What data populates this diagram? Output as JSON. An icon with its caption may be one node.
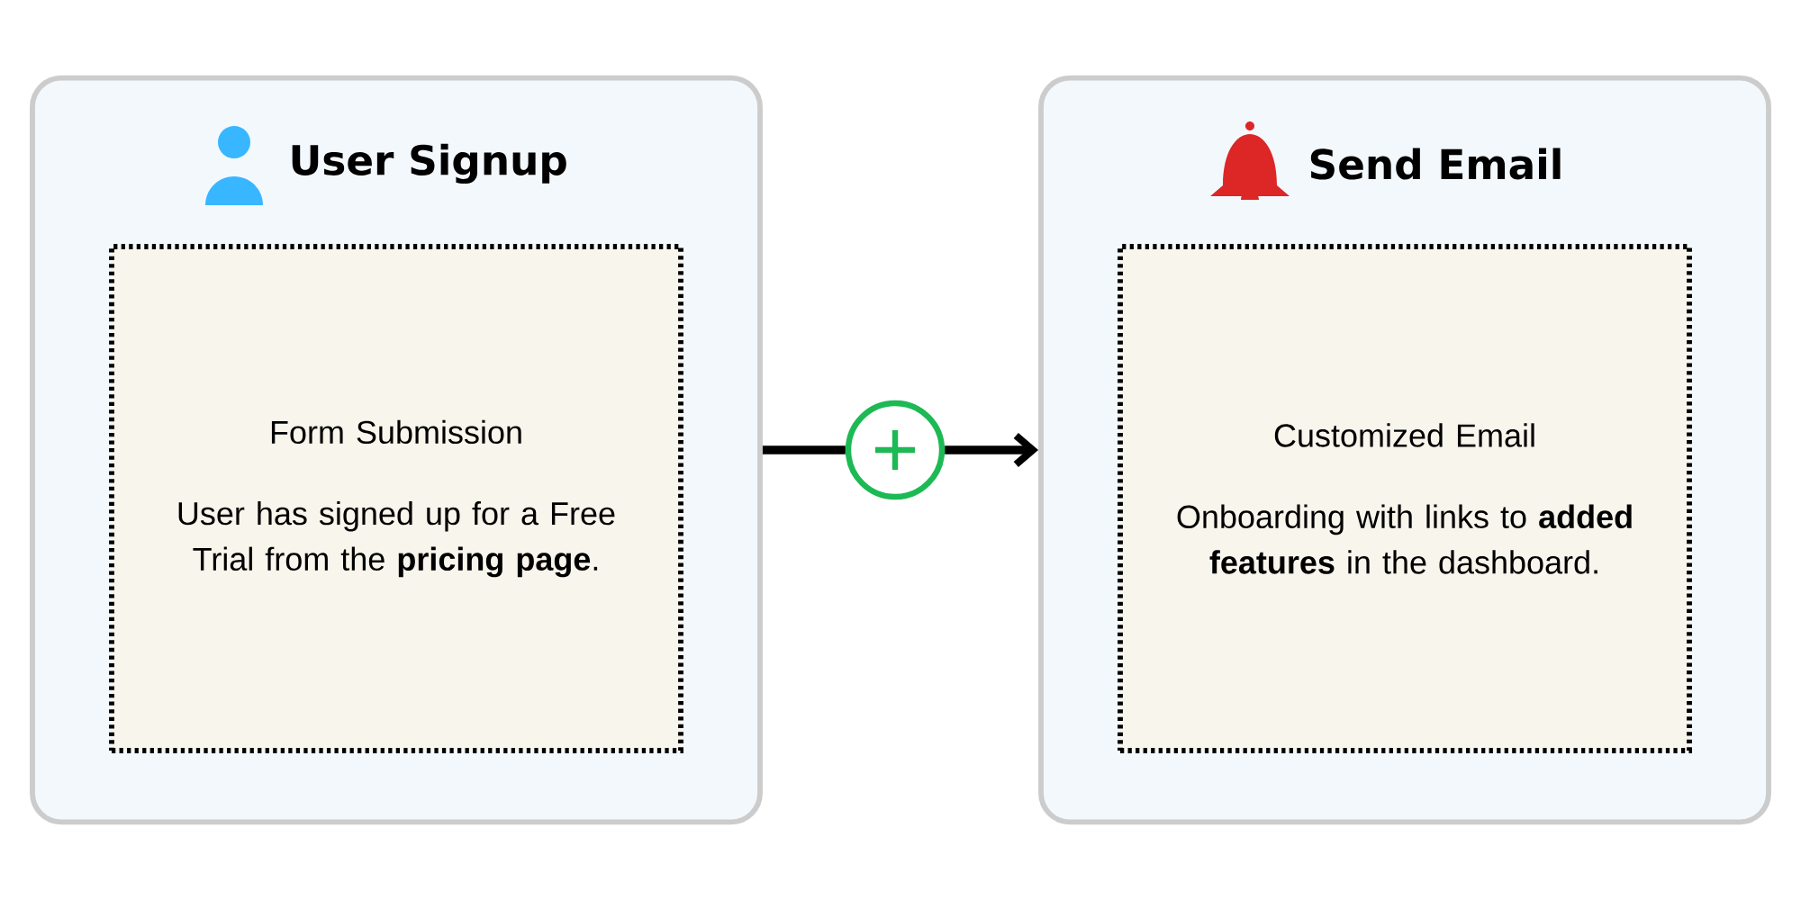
{
  "diagram": {
    "nodes": [
      {
        "text": [
          "User Signup"
        ]
      },
      {
        "text": [
          "Form Submission",
          "User has signed up for a Free Trial from the **pricing page**."
        ],
        "in": 0
      },
      {
        "text": [
          "Send Email"
        ]
      },
      {
        "text": [
          "Customized Email",
          "Onboarding with links to **added features** in the dashboard."
        ],
        "in": 2
      },
      {
        "text": [],
        "shape": "circle"
      }
    ],
    "edges": [
      {
        "from": 0,
        "to": 4,
        "arrow": "none"
      },
      {
        "from": 4,
        "to": 2,
        "arrow": "to"
      }
    ]
  }
}
